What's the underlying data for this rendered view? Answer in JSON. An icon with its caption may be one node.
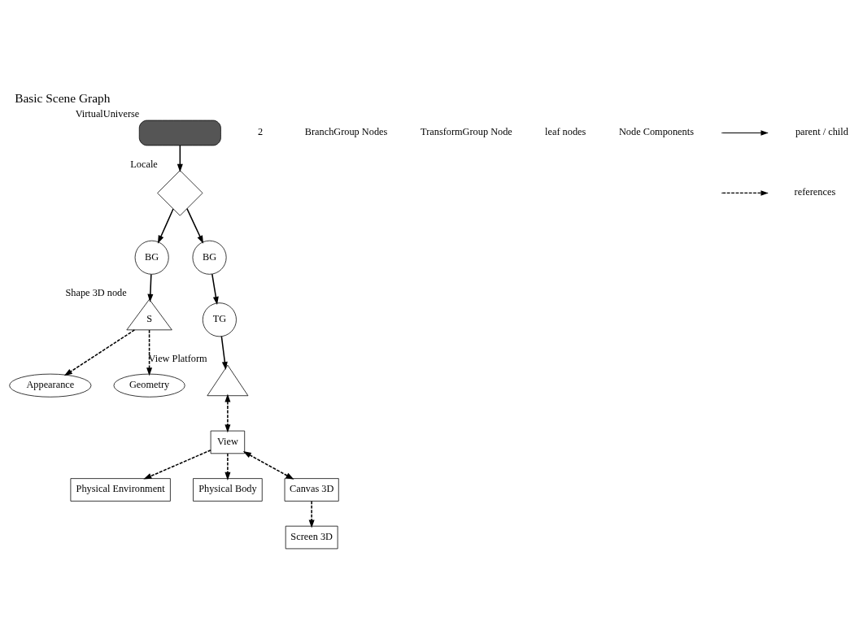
{
  "diagram": {
    "title": "Basic Scene Graph",
    "nodes": [
      {
        "text": [],
        "shape": "box",
        "beside": [
          "VirtualUniverse"
        ]
      },
      {
        "text": [],
        "shape": "diamond",
        "beside": [
          "Locale"
        ]
      },
      {
        "text": [
          "BG"
        ]
      },
      {
        "text": [
          "BG"
        ]
      },
      {
        "text": [
          "S"
        ],
        "beside": [
          "Shape 3D node"
        ]
      },
      {
        "text": [
          "TG"
        ]
      },
      {
        "text": [
          "Appearance"
        ]
      },
      {
        "text": [
          "Geometry"
        ]
      },
      {
        "text": [],
        "shape": "triangle",
        "beside": [
          "View Platform"
        ]
      },
      {
        "text": [
          "View"
        ]
      },
      {
        "text": [
          "Physical Environment"
        ]
      },
      {
        "text": [
          "Physical Body"
        ]
      },
      {
        "text": [
          "Canvas 3D"
        ]
      },
      {
        "text": [
          "Screen 3D"
        ]
      }
    ],
    "edges": [
      {
        "from": 0,
        "to": 1,
        "arrow": "to"
      },
      {
        "from": 1,
        "to": 2,
        "arrow": "to"
      },
      {
        "from": 1,
        "to": 3,
        "arrow": "to"
      },
      {
        "from": 2,
        "to": 4,
        "arrow": "to"
      },
      {
        "from": 3,
        "to": 5,
        "arrow": "to"
      },
      {
        "from": 5,
        "to": 8,
        "arrow": "to"
      },
      {
        "from": 4,
        "to": 6,
        "arrow": "to",
        "style": "dashed"
      },
      {
        "from": 4,
        "to": 7,
        "arrow": "to",
        "style": "dashed"
      },
      {
        "from": 8,
        "to": 9,
        "arrow": "both",
        "style": "dashed"
      },
      {
        "from": 9,
        "to": 10,
        "arrow": "to",
        "style": "dashed"
      },
      {
        "from": 9,
        "to": 11,
        "arrow": "to",
        "style": "dashed"
      },
      {
        "from": 9,
        "to": 12,
        "arrow": "both",
        "style": "dashed"
      },
      {
        "from": 12,
        "to": 13,
        "arrow": "to",
        "style": "dashed"
      }
    ],
    "labels": [
      "2",
      "BranchGroup Nodes",
      "TransformGroup Node",
      "leaf nodes",
      "Node Components"
    ],
    "legend": [
      {
        "text": "parent / child"
      },
      {
        "text": "references"
      }
    ]
  }
}
